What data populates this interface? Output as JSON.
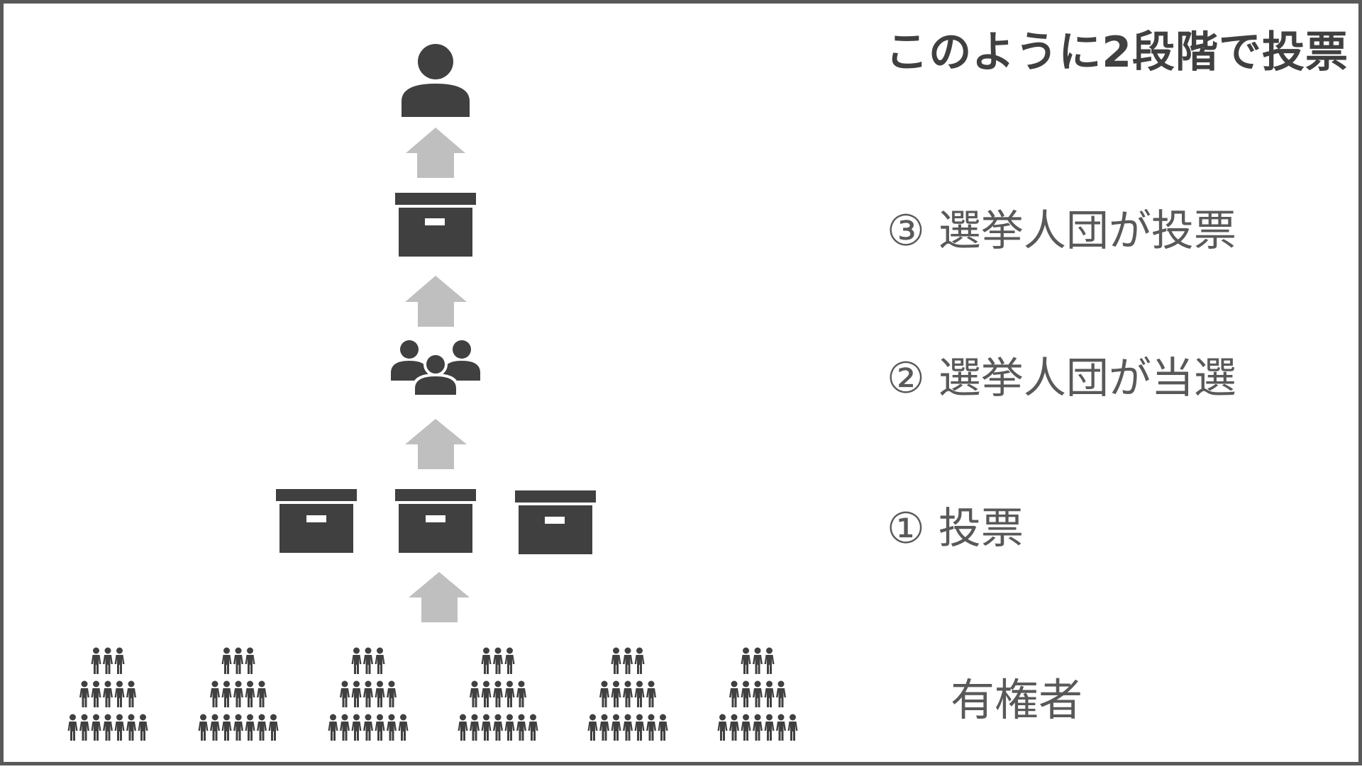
{
  "title": "このように2段階で投票",
  "steps": {
    "step3": "③ 選挙人団が投票",
    "step2": "② 選挙人団が当選",
    "step1": "① 投票"
  },
  "voters_label": "有権者",
  "icons": {
    "top": "person-icon",
    "ballot_box": "ballot-box-icon",
    "electors": "group-icon",
    "voters": "crowd-icon",
    "arrow": "arrow-up-icon"
  },
  "colors": {
    "icon": "#404040",
    "arrow": "#bfbfbf",
    "text": "#595959",
    "border": "#595959"
  }
}
